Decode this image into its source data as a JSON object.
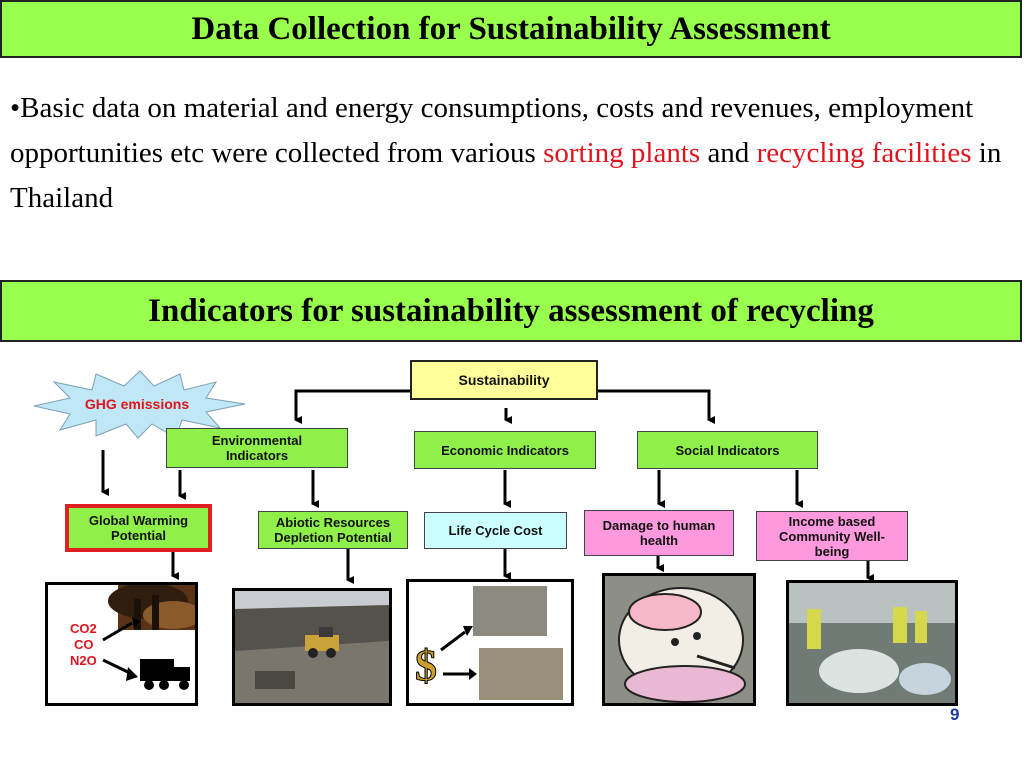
{
  "title": "Data Collection for Sustainability Assessment",
  "bullet": {
    "marker": "•",
    "part1": "Basic data on material and energy consumptions, costs and revenues, employment opportunities etc were collected from various ",
    "highlight1": "sorting plants",
    "part2": " and ",
    "highlight2": "recycling facilities",
    "part3": " in Thailand"
  },
  "section_title": "Indicators for sustainability assessment of recycling",
  "diagram": {
    "root": "Sustainability",
    "ghg_label": "GHG emissions",
    "environmental": "Environmental Indicators",
    "economic": "Economic Indicators",
    "social": "Social Indicators",
    "gwp": "Global Warming Potential",
    "adp": "Abiotic Resources Depletion Potential",
    "lcc": "Life Cycle Cost",
    "health": "Damage to human health",
    "income": "Income based Community Well-being",
    "gas_co2": "CO2",
    "gas_co": "CO",
    "gas_n2o": "N2O",
    "dollar": "$"
  },
  "page_number": "9",
  "colors": {
    "banner": "#99ff4d",
    "highlight": "#e0141e",
    "box_green": "#8ff04a",
    "box_yellow": "#ffff99",
    "box_cyan": "#ccffff",
    "box_pink": "#ff99dd",
    "gwp_border": "#e02020",
    "page_number": "#1a3ca6"
  }
}
